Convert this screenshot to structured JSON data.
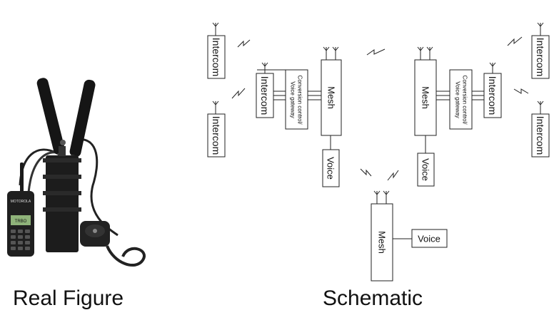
{
  "captions": {
    "left": "Real Figure",
    "right": "Schematic"
  },
  "labels": {
    "intercom": "Intercom",
    "mesh": "Mesh",
    "voice": "Voice",
    "gateway_line1": "Conversion control/",
    "gateway_line2": "Voice gateway"
  },
  "device": {
    "radio_brand": "MOTOROLA",
    "radio_screen": "TRBO"
  },
  "colors": {
    "line": "#222222",
    "box_fill": "#ffffff",
    "device_body": "#1c1c1c",
    "screen": "#8fb37a"
  },
  "icons": [
    "antenna-icon",
    "lightning-icon"
  ]
}
